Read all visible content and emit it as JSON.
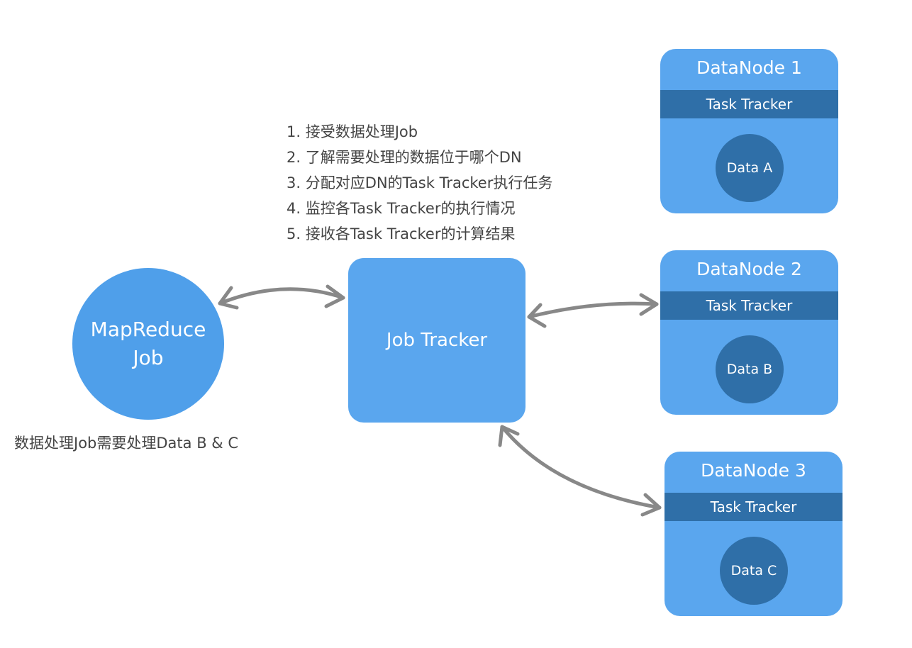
{
  "steps": [
    "1. 接受数据处理Job",
    "2. 了解需要处理的数据位于哪个DN",
    "3. 分配对应DN的Task Tracker执行任务",
    "4. 监控各Task Tracker的执行情况",
    "5. 接收各Task Tracker的计算结果"
  ],
  "mapreduce_job": {
    "line1": "MapReduce",
    "line2": "Job"
  },
  "job_caption": "数据处理Job需要处理Data B & C",
  "job_tracker": "Job Tracker",
  "datanodes": [
    {
      "title": "DataNode 1",
      "tracker": "Task Tracker",
      "data": "Data A"
    },
    {
      "title": "DataNode 2",
      "tracker": "Task Tracker",
      "data": "Data B"
    },
    {
      "title": "DataNode 3",
      "tracker": "Task Tracker",
      "data": "Data C"
    }
  ],
  "colors": {
    "node_fill": "#5aa6ee",
    "node_dark": "#2f6fa8",
    "arrow": "#888888",
    "text": "#444444"
  }
}
